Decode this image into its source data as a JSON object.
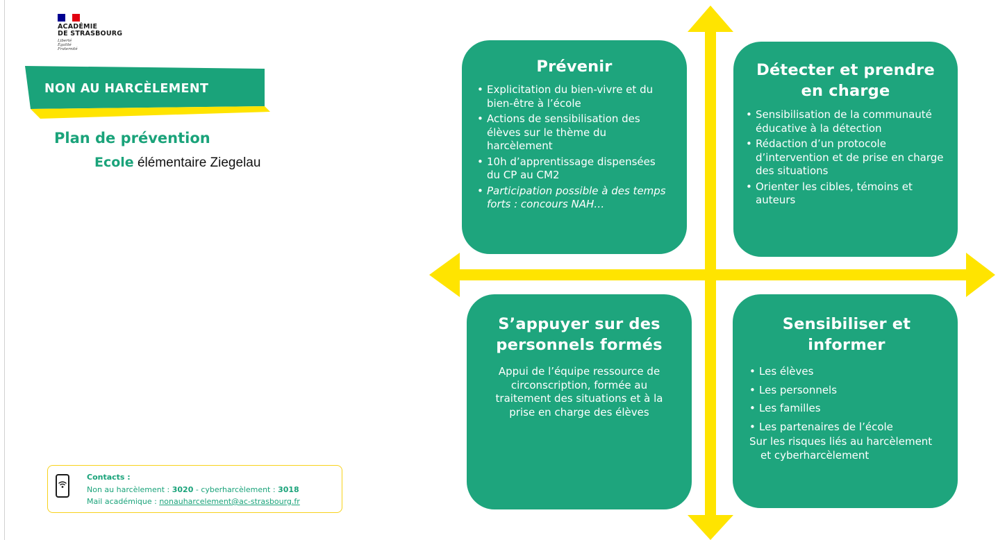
{
  "logo": {
    "line1": "ACADÉMIE",
    "line2": "DE STRASBOURG",
    "motto": [
      "Liberté",
      "Égalité",
      "Fraternité"
    ]
  },
  "banner": {
    "text": "NON AU HARCÈLEMENT"
  },
  "plan": {
    "title": "Plan de prévention",
    "school_kw": "Ecole",
    "school_name": "élémentaire Ziegelau"
  },
  "quadrants": {
    "prevenir": {
      "title": "Prévenir",
      "items": [
        "Explicitation du bien-vivre et du bien-être à l’école",
        "Actions de sensibilisation des élèves sur le thème du harcèlement",
        "10h d’apprentissage dispensées du CP au CM2",
        "Participation possible à des temps forts : concours NAH…"
      ]
    },
    "detecter": {
      "title": "Détecter et prendre en charge",
      "items": [
        "Sensibilisation de la communauté éducative à la détection",
        "Rédaction d’un protocole d’intervention et de prise en charge des situations",
        "Orienter les cibles, témoins et auteurs"
      ]
    },
    "appuyer": {
      "title": "S’appuyer sur des personnels formés",
      "text": "Appui de l’équipe ressource de circonscription, formée au traitement des situations et à la prise en charge des élèves"
    },
    "sensibiliser": {
      "title": "Sensibiliser et informer",
      "items": [
        "Les élèves",
        "Les personnels",
        "Les familles",
        "Les partenaires de l’école"
      ],
      "footer": "Sur les risques liés au harcèlement et cyberharcèlement"
    }
  },
  "contacts": {
    "title": "Contacts :",
    "line1_prefix": "Non au harcèlement : ",
    "line1_num1": "3020",
    "line1_mid": " - cyberharcèlement : ",
    "line1_num2": "3018",
    "line2_prefix": "Mail académique : ",
    "email": "nonauharcelement@ac-strasbourg.fr"
  },
  "colors": {
    "green": "#1ea57d",
    "yellow": "#ffe400",
    "title_green": "#1aa37a"
  }
}
